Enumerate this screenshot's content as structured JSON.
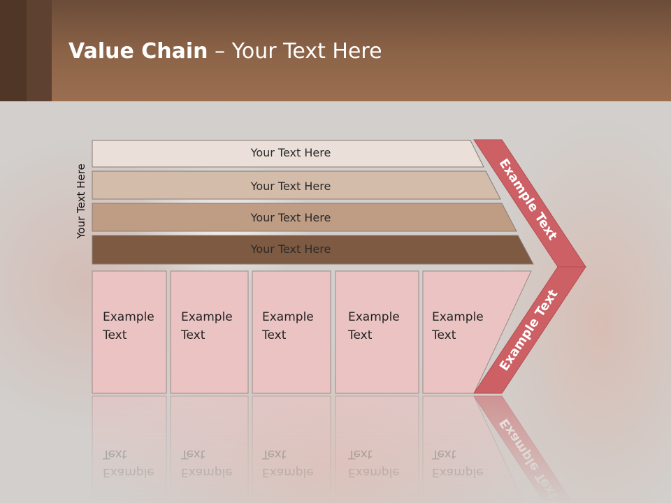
{
  "title": {
    "bold": "Value Chain",
    "rest": " – Your Text Here"
  },
  "side_label": "Your Text Here",
  "bars": [
    {
      "label": "Your Text Here",
      "color": "#eae0d9"
    },
    {
      "label": "Your Text Here",
      "color": "#d4bcab"
    },
    {
      "label": "Your Text Here",
      "color": "#bf9d84"
    },
    {
      "label": "Your Text Here",
      "color": "#7e5a42"
    }
  ],
  "cells": [
    {
      "line1": "Example",
      "line2": "Text"
    },
    {
      "line1": "Example",
      "line2": "Text"
    },
    {
      "line1": "Example",
      "line2": "Text"
    },
    {
      "line1": "Example",
      "line2": "Text"
    },
    {
      "line1": "Example",
      "line2": "Text"
    }
  ],
  "arrow": {
    "upper_text": "Example Text",
    "lower_text": "Example Text",
    "color": "#cc6064"
  },
  "colors": {
    "header": "#8d6448",
    "cell_fill": "#ebc3c3",
    "cell_border": "#9a8a88"
  }
}
